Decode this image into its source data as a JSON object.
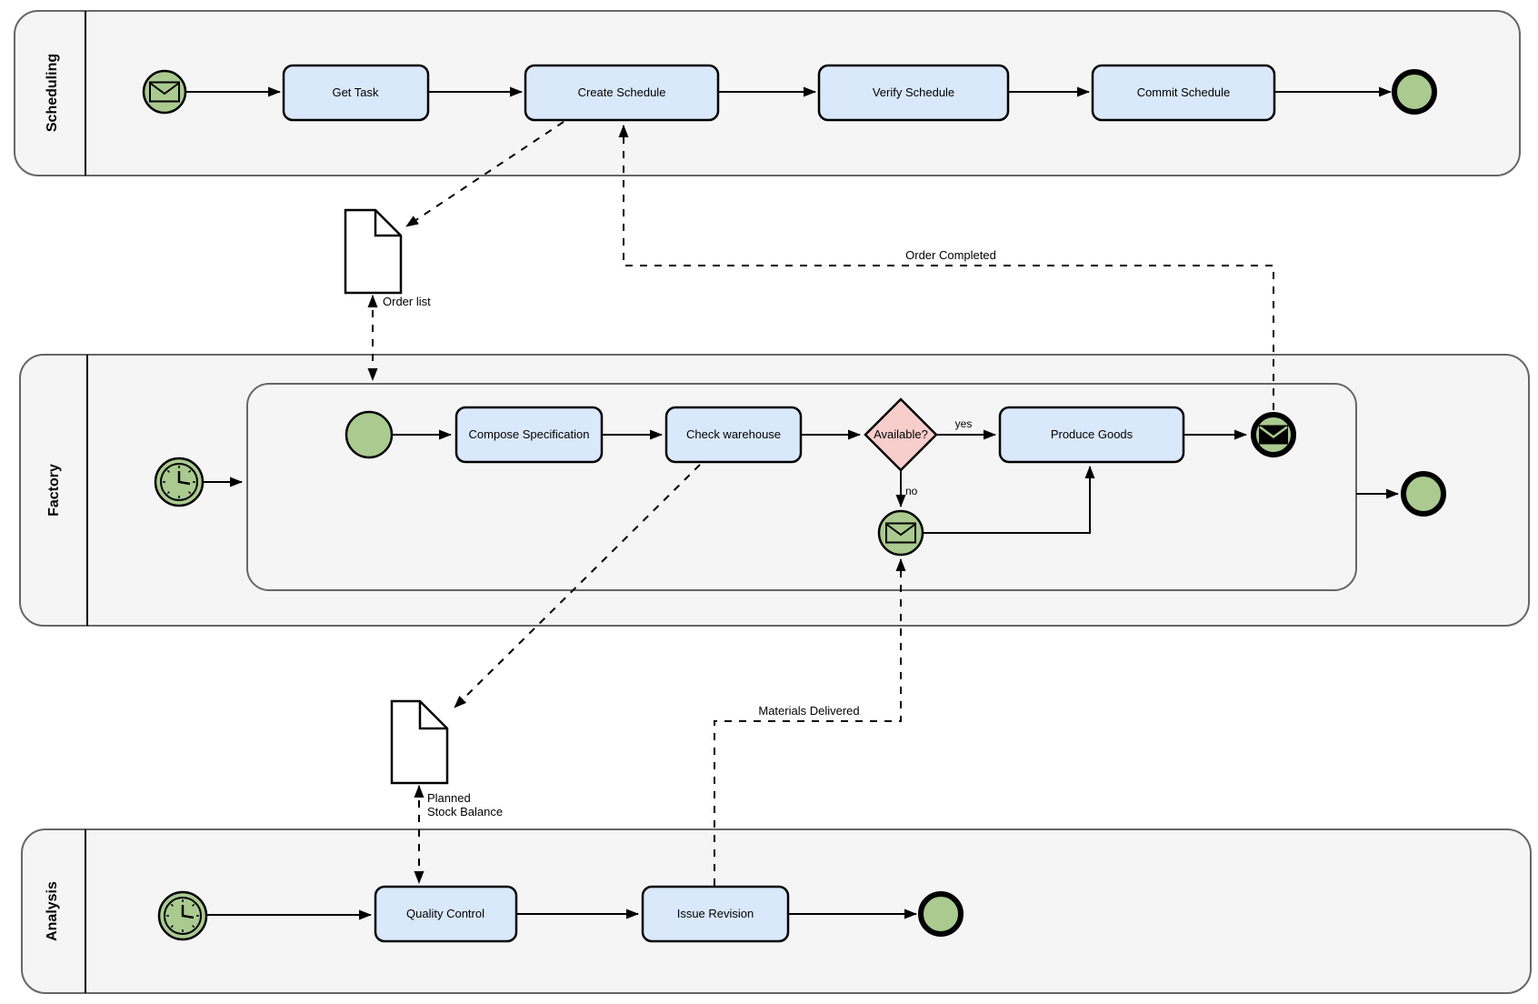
{
  "colors": {
    "task_fill": "#dae8fc",
    "event_fill": "#aaca90",
    "gateway_fill": "#f8cecc",
    "pool_fill": "#f5f5f5",
    "pool_border": "#666666",
    "shape_border": "#000000",
    "background": "#ffffff"
  },
  "lanes": {
    "scheduling": {
      "label": "Scheduling",
      "start_event": "message-start-event",
      "end_event": "end-event",
      "tasks": {
        "get_task": "Get Task",
        "create_schedule": "Create Schedule",
        "verify_schedule": "Verify Schedule",
        "commit_schedule": "Commit Schedule"
      }
    },
    "factory": {
      "label": "Factory",
      "start_event": "timer-start-event",
      "end_event": "end-event",
      "subprocess": {
        "start_event": "start-event",
        "end_event": "message-end-event",
        "catch_event": "message-catch-event",
        "tasks": {
          "compose_specification": "Compose Specification",
          "check_warehouse": "Check warehouse",
          "produce_goods": "Produce Goods"
        },
        "gateway": {
          "label": "Available?",
          "branch_yes": "yes",
          "branch_no": "no"
        }
      }
    },
    "analysis": {
      "label": "Analysis",
      "start_event": "timer-start-event",
      "end_event": "end-event",
      "tasks": {
        "quality_control": "Quality Control",
        "issue_revision": "Issue Revision"
      }
    }
  },
  "data_objects": {
    "order_list": {
      "label": "Order list"
    },
    "planned_stock_balance": {
      "label_line1": "Planned",
      "label_line2": "Stock Balance"
    }
  },
  "message_flows": {
    "order_completed": {
      "label": "Order Completed"
    },
    "materials_delivered": {
      "label": "Materials Delivered"
    }
  },
  "icons": {
    "message": "envelope-icon",
    "timer": "clock-icon",
    "document": "document-icon"
  },
  "flows": [
    {
      "from": "message-start-event",
      "to": "Get Task"
    },
    {
      "from": "Get Task",
      "to": "Create Schedule"
    },
    {
      "from": "Create Schedule",
      "to": "Verify Schedule"
    },
    {
      "from": "Verify Schedule",
      "to": "Commit Schedule"
    },
    {
      "from": "Commit Schedule",
      "to": "scheduling-end-event"
    },
    {
      "from": "factory-timer-start-event",
      "to": "factory-subprocess"
    },
    {
      "from": "subprocess-start-event",
      "to": "Compose Specification"
    },
    {
      "from": "Compose Specification",
      "to": "Check warehouse"
    },
    {
      "from": "Check warehouse",
      "to": "Available?"
    },
    {
      "from": "Available?",
      "to": "Produce Goods",
      "label": "yes"
    },
    {
      "from": "Available?",
      "to": "message-catch-event",
      "label": "no"
    },
    {
      "from": "message-catch-event",
      "to": "Produce Goods"
    },
    {
      "from": "Produce Goods",
      "to": "message-end-event"
    },
    {
      "from": "factory-subprocess",
      "to": "factory-end-event"
    },
    {
      "from": "analysis-timer-start-event",
      "to": "Quality Control"
    },
    {
      "from": "Quality Control",
      "to": "Issue Revision"
    },
    {
      "from": "Issue Revision",
      "to": "analysis-end-event"
    },
    {
      "from": "message-end-event",
      "to": "Create Schedule",
      "label": "Order Completed",
      "kind": "message"
    },
    {
      "from": "Issue Revision",
      "to": "message-catch-event",
      "label": "Materials Delivered",
      "kind": "message"
    },
    {
      "from": "Create Schedule",
      "to": "Order list",
      "kind": "association"
    },
    {
      "from": "Order list",
      "to": "factory-subprocess",
      "kind": "association"
    },
    {
      "from": "Check warehouse",
      "to": "Planned Stock Balance",
      "kind": "association"
    },
    {
      "from": "Planned Stock Balance",
      "to": "Quality Control",
      "kind": "association"
    }
  ]
}
